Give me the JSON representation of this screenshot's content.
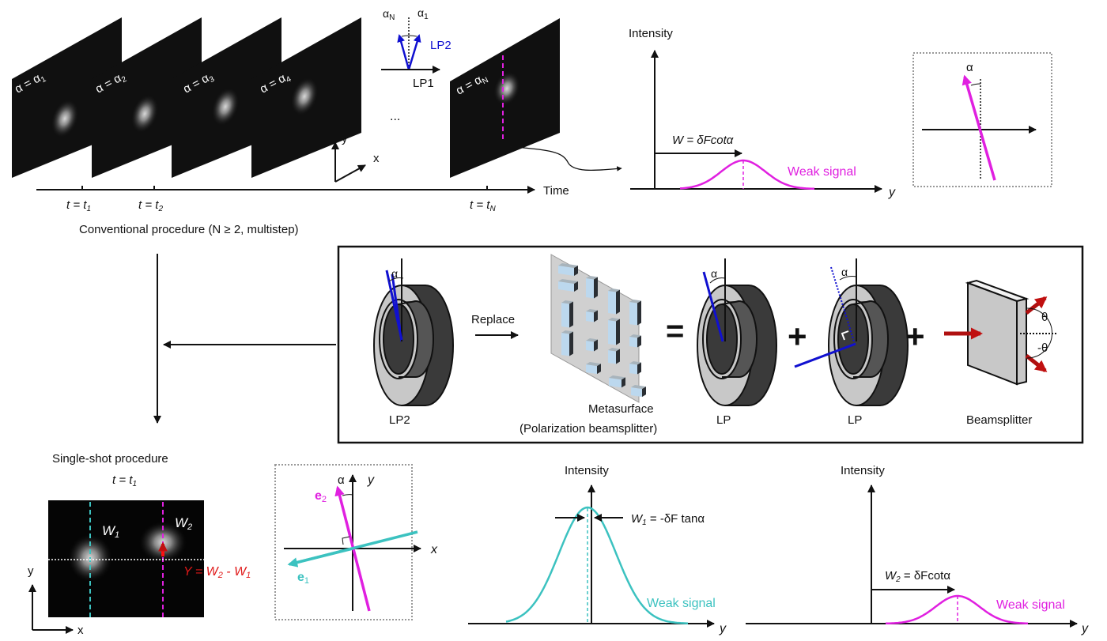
{
  "colors": {
    "magenta": "#e020e0",
    "cyan": "#3cc2c0",
    "blue": "#1010d0",
    "red": "#d01010",
    "dark_red": "#b01010",
    "black": "#111111",
    "panel_black": "#101010",
    "gray_light": "#c8c8c8",
    "gray_dark": "#3c3c3c"
  },
  "conventional": {
    "frames": [
      {
        "label": "α = α",
        "sub": "1"
      },
      {
        "label": "α = α",
        "sub": "2"
      },
      {
        "label": "α = α",
        "sub": "3"
      },
      {
        "label": "α = α",
        "sub": "4"
      }
    ],
    "last_frame": {
      "label": "α = α",
      "sub": "N"
    },
    "ellipsis": "...",
    "axes": {
      "y": "y",
      "x": "x"
    },
    "timeline": {
      "label": "Time",
      "ticks": [
        {
          "t": "t = t",
          "sub": "1"
        },
        {
          "t": "t = t",
          "sub": "2"
        },
        {
          "t": "t = t",
          "sub": "N"
        }
      ]
    },
    "caption": "Conventional procedure (N ≥ 2, multistep)",
    "polarizer_inset": {
      "alpha_n": "α",
      "alpha_n_sub": "N",
      "alpha_1": "α",
      "alpha_1_sub": "1",
      "lp2": "LP2",
      "lp1": "LP1"
    }
  },
  "top_plot": {
    "ylabel": "Intensity",
    "xlabel": "y",
    "shift_label": "W = δFcotα",
    "signal_label": "Weak signal"
  },
  "angle_inset_top": {
    "alpha": "α"
  },
  "component_box": {
    "lp2_label": "LP2",
    "alpha": "α",
    "replace_label": "Replace",
    "metasurface_label_1": "Metasurface",
    "metasurface_label_2": "(Polarization beamsplitter)",
    "equals": "=",
    "plus": "+",
    "lp_label_a": "LP",
    "lp_label_b": "LP",
    "beamsplitter_label": "Beamsplitter",
    "theta": "θ",
    "neg_theta": "-θ"
  },
  "single_shot": {
    "title": "Single-shot procedure",
    "time": "t = t",
    "time_sub": "1",
    "w1": "W",
    "w1_sub": "1",
    "w2": "W",
    "w2_sub": "2",
    "formula": "Y = W",
    "formula_sub2": "2",
    "formula_mid": " - W",
    "formula_sub1": "1",
    "axes": {
      "y": "y",
      "x": "x"
    }
  },
  "basis_inset": {
    "alpha": "α",
    "y": "y",
    "x": "x",
    "e2": "e",
    "e2_sub": "2",
    "e1": "e",
    "e1_sub": "1"
  },
  "bottom_plot_1": {
    "ylabel": "Intensity",
    "xlabel": "y",
    "shift_label": "W",
    "shift_sub": "1",
    "shift_rest": " = -δF tanα",
    "signal_label": "Weak signal"
  },
  "bottom_plot_2": {
    "ylabel": "Intensity",
    "xlabel": "y",
    "shift_label": "W",
    "shift_sub": "2",
    "shift_rest": " = δFcotα",
    "signal_label": "Weak signal"
  }
}
